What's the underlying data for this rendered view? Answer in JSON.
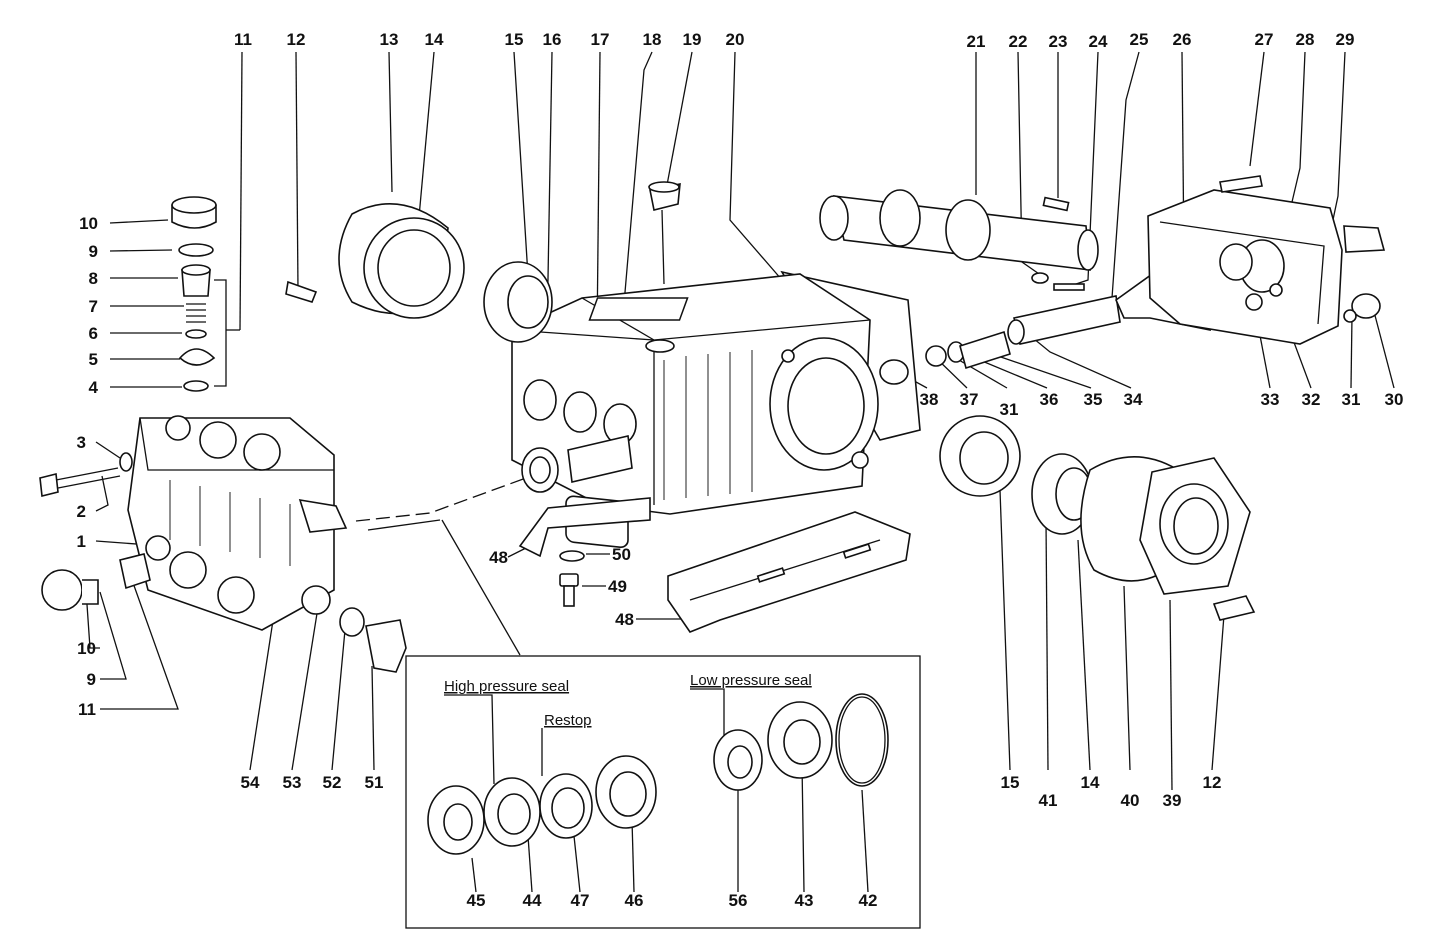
{
  "callouts": [
    {
      "id": "c11a",
      "text": "11"
    },
    {
      "id": "c12a",
      "text": "12"
    },
    {
      "id": "c13",
      "text": "13"
    },
    {
      "id": "c14a",
      "text": "14"
    },
    {
      "id": "c15a",
      "text": "15"
    },
    {
      "id": "c16",
      "text": "16"
    },
    {
      "id": "c17",
      "text": "17"
    },
    {
      "id": "c18",
      "text": "18"
    },
    {
      "id": "c19",
      "text": "19"
    },
    {
      "id": "c20",
      "text": "20"
    },
    {
      "id": "c21",
      "text": "21"
    },
    {
      "id": "c22",
      "text": "22"
    },
    {
      "id": "c23",
      "text": "23"
    },
    {
      "id": "c24",
      "text": "24"
    },
    {
      "id": "c25",
      "text": "25"
    },
    {
      "id": "c26",
      "text": "26"
    },
    {
      "id": "c27",
      "text": "27"
    },
    {
      "id": "c28",
      "text": "28"
    },
    {
      "id": "c29",
      "text": "29"
    },
    {
      "id": "c10a",
      "text": "10"
    },
    {
      "id": "c9a",
      "text": "9"
    },
    {
      "id": "c8",
      "text": "8"
    },
    {
      "id": "c7",
      "text": "7"
    },
    {
      "id": "c6",
      "text": "6"
    },
    {
      "id": "c5",
      "text": "5"
    },
    {
      "id": "c4",
      "text": "4"
    },
    {
      "id": "c3",
      "text": "3"
    },
    {
      "id": "c2",
      "text": "2"
    },
    {
      "id": "c1",
      "text": "1"
    },
    {
      "id": "c10b",
      "text": "10"
    },
    {
      "id": "c9b",
      "text": "9"
    },
    {
      "id": "c11b",
      "text": "11"
    },
    {
      "id": "c38",
      "text": "38"
    },
    {
      "id": "c37",
      "text": "37"
    },
    {
      "id": "c31a",
      "text": "31"
    },
    {
      "id": "c36",
      "text": "36"
    },
    {
      "id": "c35",
      "text": "35"
    },
    {
      "id": "c34",
      "text": "34"
    },
    {
      "id": "c33",
      "text": "33"
    },
    {
      "id": "c32",
      "text": "32"
    },
    {
      "id": "c31b",
      "text": "31"
    },
    {
      "id": "c30",
      "text": "30"
    },
    {
      "id": "c48a",
      "text": "48"
    },
    {
      "id": "c50",
      "text": "50"
    },
    {
      "id": "c49",
      "text": "49"
    },
    {
      "id": "c48b",
      "text": "48"
    },
    {
      "id": "c54",
      "text": "54"
    },
    {
      "id": "c53",
      "text": "53"
    },
    {
      "id": "c52",
      "text": "52"
    },
    {
      "id": "c51",
      "text": "51"
    },
    {
      "id": "c15b",
      "text": "15"
    },
    {
      "id": "c41",
      "text": "41"
    },
    {
      "id": "c14b",
      "text": "14"
    },
    {
      "id": "c40",
      "text": "40"
    },
    {
      "id": "c39",
      "text": "39"
    },
    {
      "id": "c12b",
      "text": "12"
    },
    {
      "id": "c45",
      "text": "45"
    },
    {
      "id": "c44",
      "text": "44"
    },
    {
      "id": "c47",
      "text": "47"
    },
    {
      "id": "c46",
      "text": "46"
    },
    {
      "id": "c56",
      "text": "56"
    },
    {
      "id": "c43",
      "text": "43"
    },
    {
      "id": "c42",
      "text": "42"
    }
  ],
  "inset": {
    "high_pressure_seal": "High pressure seal",
    "restop": "Restop",
    "low_pressure_seal": "Low pressure seal"
  }
}
